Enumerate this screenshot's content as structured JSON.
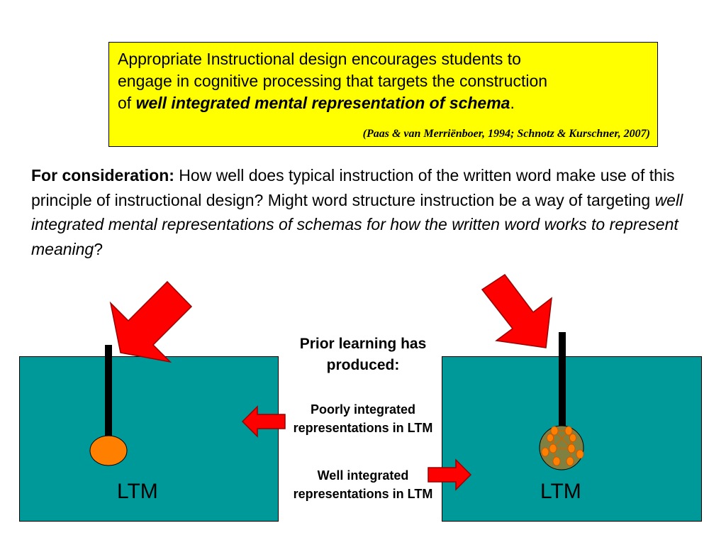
{
  "quote": {
    "line1": "Appropriate Instructional design encourages students to",
    "line2": "engage in cognitive processing that targets the construction",
    "line3_prefix": "of ",
    "line3_emphasis": "well integrated mental representation of schema",
    "line3_suffix": ".",
    "citation": "(Paas & van Merriënboer, 1994; Schnotz & Kurschner, 2007)"
  },
  "consideration": {
    "label": "For consideration:",
    "text1": " How well does typical instruction of the written word make use of this principle of instructional design? Might word structure instruction be a way of targeting ",
    "emphasis": "well integrated mental representations of schemas for how the written word works to represent meaning",
    "suffix": "?"
  },
  "center": {
    "heading": "Prior learning has produced:",
    "poor": "Poorly integrated representations in LTM",
    "well": "Well integrated representations in LTM"
  },
  "panels": {
    "left_label": "LTM",
    "right_label": "LTM"
  },
  "colors": {
    "quote_bg": "#ffff00",
    "panel_bg": "#009999",
    "arrow_red": "#ff0000",
    "orange_node": "#ff8000",
    "schema_bg": "#808040"
  }
}
